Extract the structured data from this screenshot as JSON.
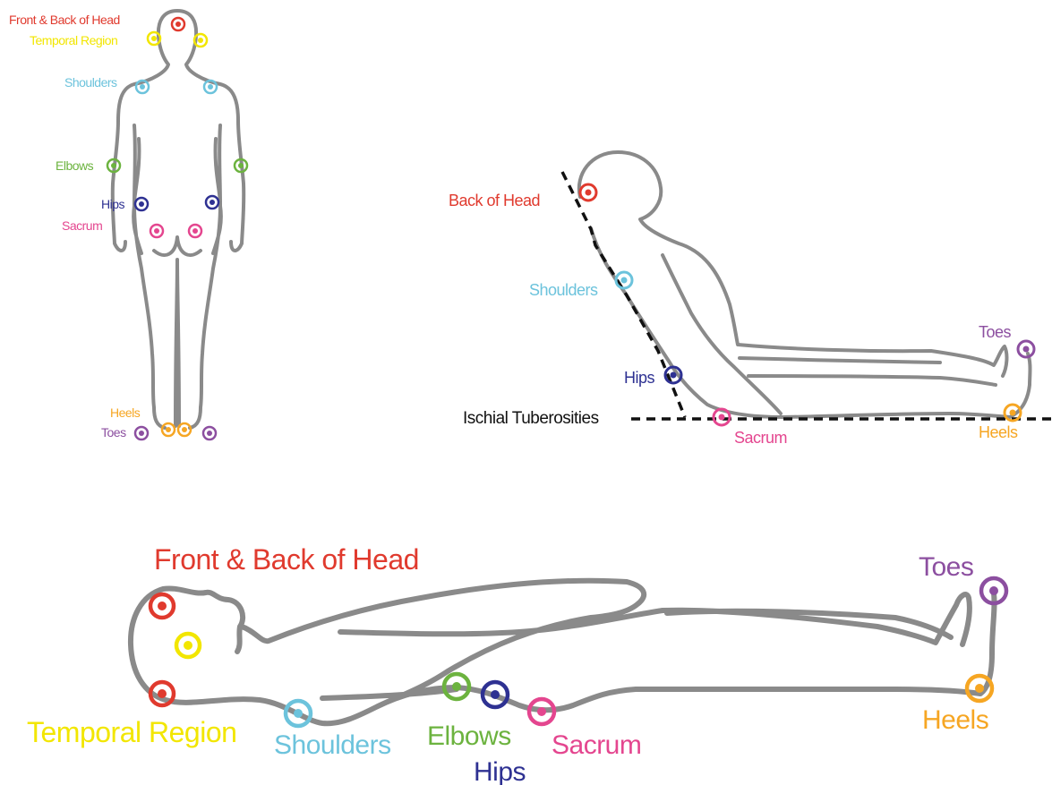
{
  "colors": {
    "head": "#e03a2e",
    "temporal": "#f2e600",
    "shoulders": "#6cc3dc",
    "elbows": "#6cb33f",
    "hips": "#2e3192",
    "sacrum": "#e4468f",
    "heels": "#f6a623",
    "toes": "#8c4fa0",
    "ischial": "#111111",
    "body_outline": "#8a8a8a"
  },
  "standing": {
    "front_back_head": "Front & Back of Head",
    "temporal_region": "Temporal Region",
    "shoulders": "Shoulders",
    "elbows": "Elbows",
    "hips": "Hips",
    "sacrum": "Sacrum",
    "heels": "Heels",
    "toes": "Toes"
  },
  "sitting": {
    "back_of_head": "Back of Head",
    "shoulders": "Shoulders",
    "hips": "Hips",
    "ischial": "Ischial Tuberosities",
    "sacrum": "Sacrum",
    "toes": "Toes",
    "heels": "Heels"
  },
  "lying": {
    "front_back_head": "Front & Back of Head",
    "temporal_region": "Temporal Region",
    "shoulders": "Shoulders",
    "elbows": "Elbows",
    "hips": "Hips",
    "sacrum": "Sacrum",
    "toes": "Toes",
    "heels": "Heels"
  }
}
